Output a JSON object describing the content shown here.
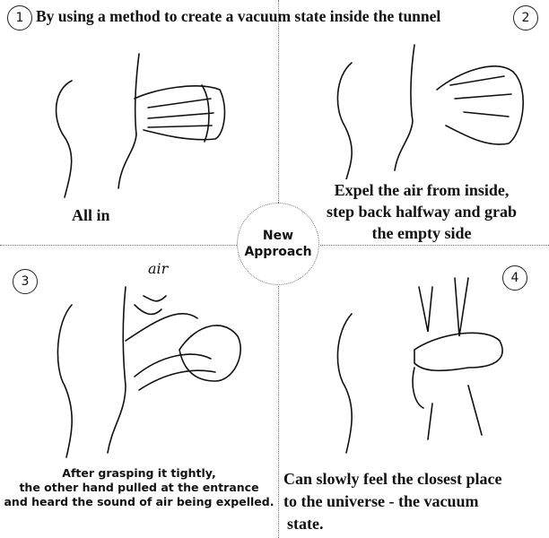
{
  "header": {
    "text": "By using a method to create a vacuum state inside the tunnel"
  },
  "center": {
    "line1": "New",
    "line2": "Approach"
  },
  "steps": [
    {
      "number": "1",
      "caption": "All in"
    },
    {
      "number": "2",
      "caption_lines": [
        "Expel the air from inside,",
        "step back halfway and grab",
        "the empty side"
      ]
    },
    {
      "number": "3",
      "label": "air",
      "caption_lines": [
        "After grasping it tightly,",
        "the other hand pulled at the entrance",
        "and heard the sound of air being expelled."
      ]
    },
    {
      "number": "4",
      "caption_lines": [
        "Can slowly feel the closest place",
        "to the universe - the vacuum",
        "state."
      ]
    }
  ]
}
